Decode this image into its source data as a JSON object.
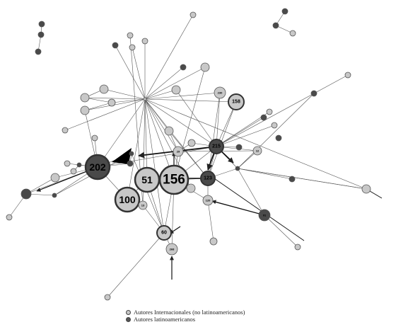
{
  "colors": {
    "international": "#c8c8c8",
    "latinamerican": "#4a4a4a",
    "edge": "#555555"
  },
  "graph": {
    "labeled_nodes": [
      {
        "id": "n202",
        "label": "202",
        "group": "latinamerican"
      },
      {
        "id": "n51",
        "label": "51",
        "group": "international"
      },
      {
        "id": "n156",
        "label": "156",
        "group": "international"
      },
      {
        "id": "n100",
        "label": "100",
        "group": "international"
      },
      {
        "id": "n215",
        "label": "215",
        "group": "latinamerican"
      },
      {
        "id": "n123",
        "label": "123",
        "group": "latinamerican"
      },
      {
        "id": "n158",
        "label": "158",
        "group": "international"
      },
      {
        "id": "n230",
        "label": "230",
        "group": "international"
      },
      {
        "id": "n60",
        "label": "60",
        "group": "international"
      },
      {
        "id": "n268",
        "label": "268",
        "group": "international"
      },
      {
        "id": "n120",
        "label": "120",
        "group": "international"
      },
      {
        "id": "n13",
        "label": "13",
        "group": "international"
      },
      {
        "id": "n29",
        "label": "29",
        "group": "international"
      },
      {
        "id": "n12",
        "label": "12",
        "group": "international"
      },
      {
        "id": "n91",
        "label": "91",
        "group": "latinamerican"
      }
    ]
  },
  "legend": {
    "international": "Autores Internacionales (no latinoamericanos)",
    "latinamerican": "Autores latinoamericanos"
  }
}
